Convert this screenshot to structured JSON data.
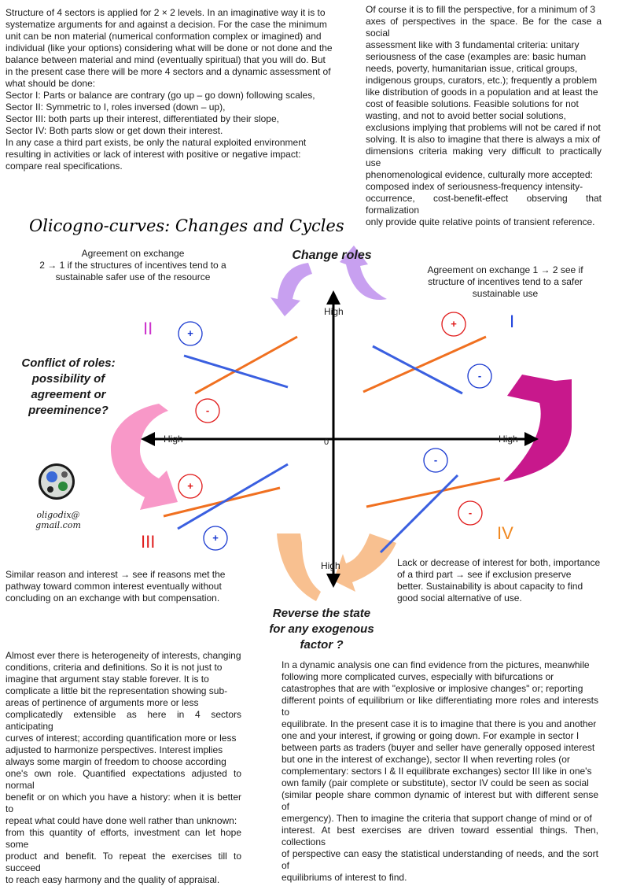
{
  "top_left_paragraph": [
    "Structure of 4 sectors is applied for 2 × 2 levels. In an imaginative way it is to",
    "systematize arguments for and against a decision. For the case the minimum",
    "unit can be non material (numerical conformation complex or imagined) and",
    "individual (like your options) considering what will be done or not done and the",
    "balance between material and mind (eventually spiritual) that you will do. But",
    "in the present case there will be more 4 sectors and a dynamic assessment of",
    "what should be done:",
    "Sector I: Parts or balance are contrary (go up – go down) following scales,",
    "Sector II: Symmetric to I, roles inversed (down – up),",
    "Sector III: both parts up their interest, differentiated by their slope,",
    "Sector IV: Both parts slow or get down their interest.",
    "In any case a third part exists, be only the natural exploited environment",
    "resulting in activities or lack of interest with positive or negative impact:",
    "compare real specifications."
  ],
  "top_right_paragraph": [
    "Of course it is to fill the perspective, for a minimum of 3",
    "axes of perspectives in the space. Be for the case a social",
    "assessment like with 3 fundamental criteria: unitary",
    "seriousness of the case (examples are: basic human",
    "needs, poverty, humanitarian issue, critical groups,",
    "indigenous groups, curators, etc.); frequently a problem",
    "like distribution of goods  in a population and at least the",
    "cost of feasible solutions. Feasible solutions for not",
    "wasting, and not to avoid better social solutions,",
    "exclusions implying that problems will not be cared if not",
    "solving. It is also to imagine that there is always a mix of",
    "dimensions criteria making very difficult to practically use",
    "phenomenological evidence, culturally more accepted:",
    "composed index of seriousness-frequency intensity-",
    "occurrence, cost-benefit-effect observing that formalization",
    "only provide quite relative points of transient reference."
  ],
  "title": "Olicogno-curves: Changes and Cycles",
  "labels": {
    "agreement_left": [
      "Agreement on exchange",
      "2 → 1 if the structures of incentives tend to a",
      "sustainable safer use of the resource"
    ],
    "agreement_right": [
      "Agreement on exchange 1 → 2 see if",
      "structure of incentives tend to a safer",
      "sustainable use"
    ],
    "change_roles": "Change roles",
    "conflict_roles": [
      "Conflict of roles:",
      "possibility of",
      "agreement or",
      "preeminence?"
    ],
    "similar_reason": [
      "Similar reason and interest → see if reasons met the",
      "pathway toward common interest eventually without",
      "concluding on an exchange with but compensation."
    ],
    "lack_decrease": [
      "Lack or decrease of interest for both, importance",
      "of a third part → see if exclusion preserve",
      "better. Sustainability is about capacity to find",
      "good social alternative of use."
    ],
    "reverse_state": [
      "Reverse the state",
      "for any exogenous",
      "factor ?"
    ]
  },
  "axes": {
    "high_top": "High",
    "high_left": "High",
    "high_right": "High",
    "high_bottom": "High",
    "origin": "0"
  },
  "sectors": {
    "I": "I",
    "II": "II",
    "III": "III",
    "IV": "IV"
  },
  "signs": {
    "plus": "+",
    "minus": "-"
  },
  "logo": {
    "line1": "oligodix@",
    "line2": "gmail.com"
  },
  "colors": {
    "blue": "#3a5fe0",
    "orange": "#f07020",
    "sign_red": "#e01818",
    "sign_blue": "#1838d0",
    "sector_I": "#2244dd",
    "sector_II": "#cc33cc",
    "sector_III": "#e02020",
    "sector_IV": "#f08820",
    "arrow_lavender": "#c8a0f0",
    "arrow_magenta": "#c8188c",
    "arrow_pink": "#f898c8",
    "arrow_peach": "#f8c090"
  },
  "bottom_left_paragraph": [
    "Almost ever there is heterogeneity of interests, changing",
    "conditions, criteria and definitions.  So it is not just to",
    "imagine that argument stay stable forever.  It is to",
    "complicate a little bit the representation showing sub-",
    "areas of pertinence of arguments more or less",
    "complicatedly extensible as here in 4 sectors anticipating",
    "curves of interest; according quantification more or less",
    "adjusted to harmonize perspectives.  Interest implies",
    "always some margin of freedom to choose according",
    "one's own role. Quantified expectations adjusted to normal",
    "benefit or on which you have a history: when it is better to",
    "repeat what could have done well rather than unknown:",
    "from this quantity of efforts, investment can let hope some",
    "product and benefit. To repeat the exercises till to succeed",
    "to reach easy harmony and the quality of appraisal."
  ],
  "bottom_right_paragraph": [
    "In a dynamic analysis one can find evidence from the pictures, meanwhile",
    "following more complicated curves, especially with bifurcations or",
    "catastrophes that are with \"explosive or implosive changes\" or; reporting",
    "different points of equilibrium or like differentiating more roles and interests to",
    "equilibrate. In the present case it is to imagine that there is you and another",
    "one and your interest, if growing or going down. For example in sector I",
    "between parts as traders (buyer and seller have generally opposed interest",
    "but one in the interest of exchange), sector II when reverting roles (or",
    "complementary: sectors I & II equilibrate exchanges) sector III like in one's",
    "own family (pair complete or substitute), sector IV could be seen as social",
    "(similar people share common dynamic of interest but with different sense of",
    "emergency). Then to imagine the criteria that support change of mind or of",
    "interest. At best exercises are driven toward essential things. Then, collections",
    "of perspective can easy the statistical understanding of needs, and the sort of",
    "equilibriums of interest to find."
  ]
}
